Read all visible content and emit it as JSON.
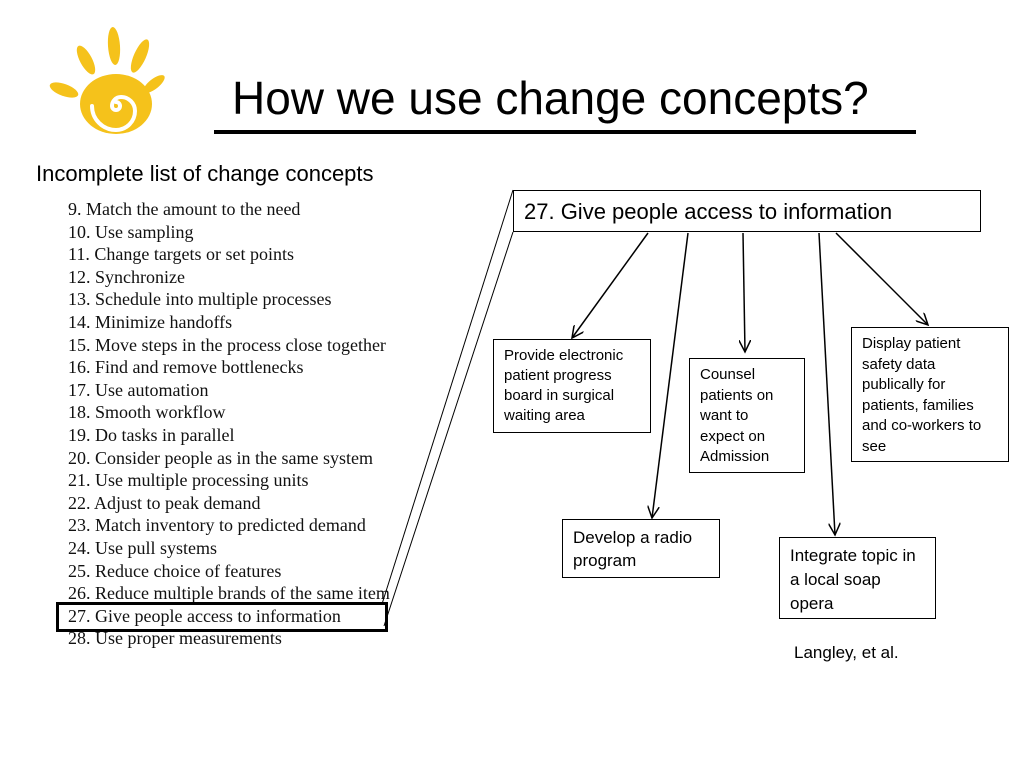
{
  "title": "How we use change concepts?",
  "subtitle": "Incomplete list of change concepts",
  "concept_list": [
    "9. Match the amount to the need",
    "10. Use sampling",
    "11. Change targets or set points",
    "12. Synchronize",
    "13. Schedule into multiple processes",
    "14. Minimize handoffs",
    "15. Move steps in the process close together",
    "16. Find and remove bottlenecks",
    "17. Use automation",
    "18. Smooth workflow",
    "19. Do tasks in parallel",
    "20. Consider people as in the same system",
    "21. Use multiple processing units",
    "22. Adjust to peak demand",
    "23. Match inventory to predicted demand",
    "24. Use pull systems",
    "25. Reduce choice of features",
    "26. Reduce multiple brands of the same item",
    "27. Give people access to information",
    "28. Use proper measurements"
  ],
  "diagram": {
    "main_concept": "27. Give people access to information",
    "ideas": {
      "board": "Provide electronic patient progress board in surgical waiting area",
      "counsel": "Counsel patients on want to expect on Admission",
      "display": "Display patient safety data publically for patients, families and co-workers to see",
      "radio": "Develop a radio program",
      "soap": "Integrate topic in a local soap opera"
    }
  },
  "citation": "Langley, et al.",
  "colors": {
    "logo": "#f5c21b"
  },
  "icons": {
    "logo": "sun-hand-logo-icon"
  }
}
